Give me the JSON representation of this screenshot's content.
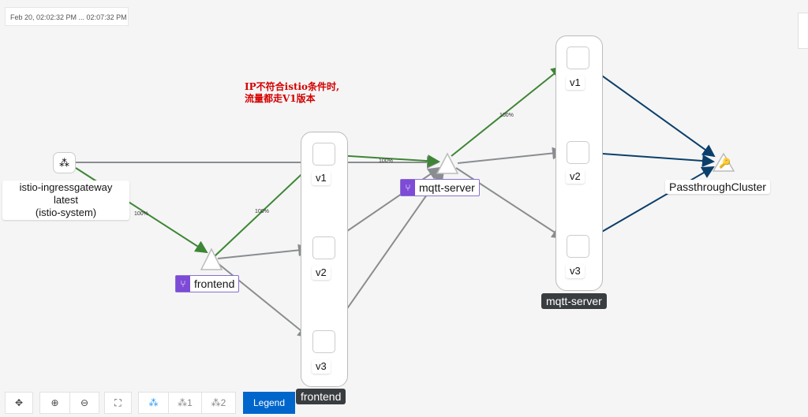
{
  "time_range": "Feb 20, 02:02:32 PM ... 02:07:32 PM",
  "annotation": {
    "line1": "IP不符合istio条件时,",
    "line2": "流量都走V1版本"
  },
  "nodes": {
    "ingress": {
      "line1": "istio-ingressgateway",
      "line2": "latest",
      "line3": "(istio-system)"
    },
    "frontend_service": "frontend",
    "mqtt_service": "mqtt-server",
    "passthrough": "PassthroughCluster"
  },
  "frontend_versions": [
    "v1",
    "v2",
    "v3"
  ],
  "mqtt_versions": [
    "v1",
    "v2",
    "v3"
  ],
  "groups": {
    "frontend": "frontend",
    "mqtt": "mqtt-server"
  },
  "edge_labels": {
    "ingress_to_frontend": "100%",
    "frontend_to_v1": "100%",
    "v1_to_mqtt": "100%",
    "mqtt_to_v1": "100%"
  },
  "toolbar": {
    "pan_icon": "pan-icon",
    "zoom_in_icon": "zoom-in-icon",
    "zoom_out_icon": "zoom-out-icon",
    "fit_icon": "fit-icon",
    "layout_default": "",
    "layout_1": "1",
    "layout_2": "2",
    "legend": "Legend"
  },
  "colors": {
    "green": "#3e8635",
    "gray": "#8a8d90",
    "navy": "#0b3f6b",
    "service_tag": "#7d4bd6",
    "legend": "#0066cc",
    "annotation": "#d40000"
  }
}
